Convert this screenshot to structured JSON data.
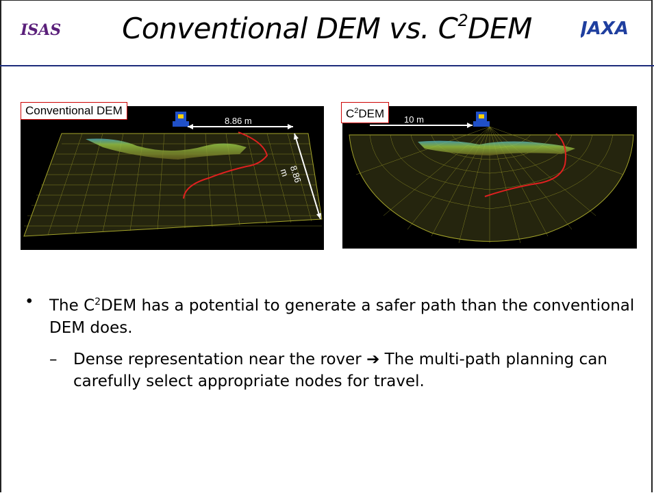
{
  "slide": {
    "title_prefix": "Conventional DEM vs. C",
    "title_sup": "2",
    "title_suffix": "DEM",
    "logo_left": "ISAS",
    "logo_right": "JAXA"
  },
  "figures": {
    "left": {
      "label": "Conventional DEM",
      "dim_top": "8.86 m",
      "dim_side": "8.86 m"
    },
    "right": {
      "label_prefix": "C",
      "label_sup": "2",
      "label_suffix": "DEM",
      "dim_top": "10 m"
    }
  },
  "bullets": {
    "b1_prefix": "The C",
    "b1_sup": "2",
    "b1_suffix": "DEM has a potential to generate a safer path than the conventional DEM does.",
    "b2_marker": "–",
    "b2_text_a": "Dense representation near the rover ",
    "b2_arrow": "➔",
    "b2_text_b": " The multi-path planning can carefully select appropriate nodes for travel.",
    "b1_marker": "•"
  },
  "colors": {
    "header_rule": "#1b2a7a",
    "path": "#e02020",
    "mesh": "#c8c832",
    "label_border": "#cc0000"
  }
}
